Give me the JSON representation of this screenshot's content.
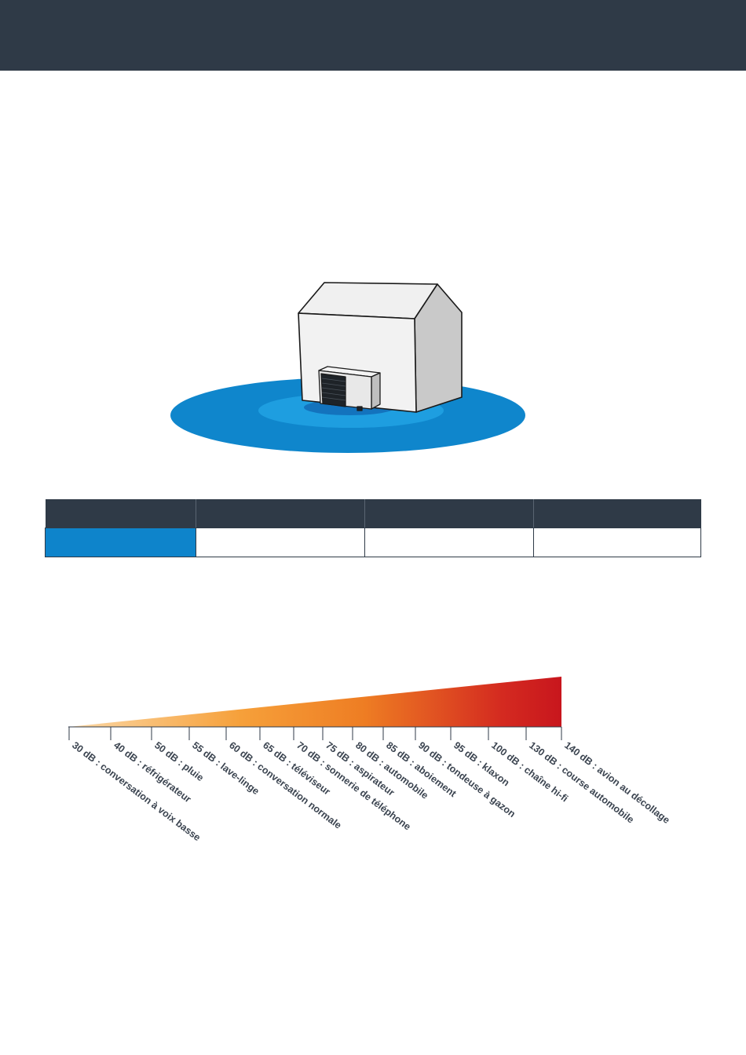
{
  "banner": {
    "color": "#2f3a47"
  },
  "illustration": {
    "subject": "house-with-heat-pump",
    "sound_zone_colors": [
      "#0f86cc",
      "#1e9ee0",
      "#1373bd"
    ]
  },
  "table": {
    "header_color": "#2f3a47",
    "highlight_color": "#0e84cb",
    "headers": [
      "",
      "",
      "",
      ""
    ],
    "rows": [
      [
        "",
        "",
        "",
        ""
      ]
    ]
  },
  "noise_scale": {
    "gradient_colors": [
      "#fbd9a8",
      "#f6a03a",
      "#ee7d23",
      "#d42a20",
      "#c8161d"
    ],
    "labels": [
      "30 dB : conversation à voix basse",
      "40 dB : réfrigérateur",
      "50 dB : pluie",
      "55 dB : lave-linge",
      "60 dB : conversation normale",
      "65 dB : téléviseur",
      "70 dB : sonnerie de téléphone",
      "75 dB : aspirateur",
      "80 dB : automobile",
      "85 dB : aboiement",
      "90 dB : tondeuse à gazon",
      "95 dB : klaxon",
      "100 dB : chaîne hi-fi",
      "130 dB : course automobile",
      "140 dB : avion au décollage"
    ]
  }
}
